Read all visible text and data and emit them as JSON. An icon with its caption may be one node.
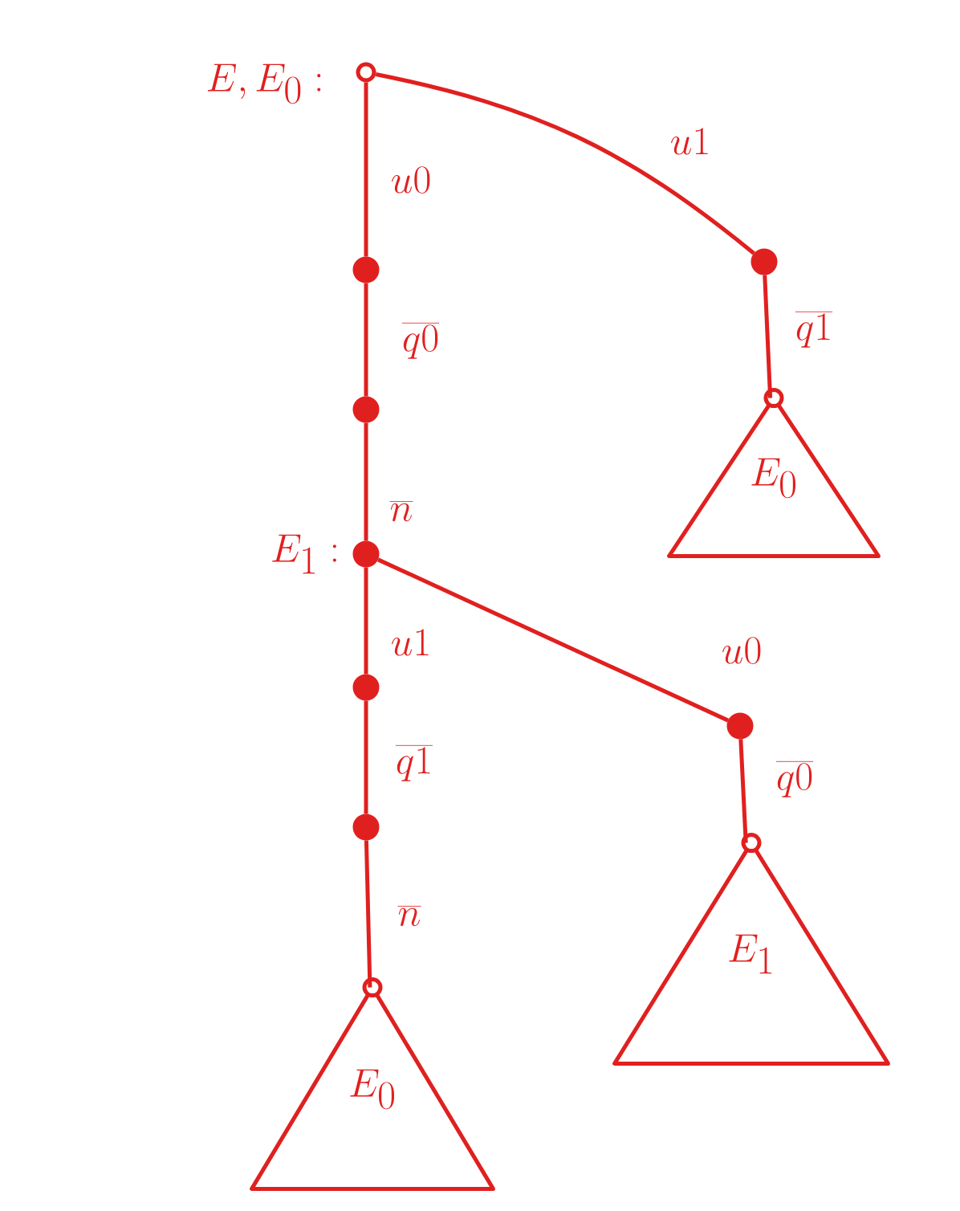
{
  "diagram": {
    "nodes": [
      {
        "text": [],
        "shape": "circle",
        "beside": [
          "E,E_0:"
        ]
      },
      {
        "text": [],
        "shape": "circle"
      },
      {
        "text": [],
        "shape": "circle"
      },
      {
        "text": [],
        "shape": "circle",
        "beside": [
          "E_1:"
        ]
      },
      {
        "text": [],
        "shape": "circle"
      },
      {
        "text": [],
        "shape": "circle"
      },
      {
        "text": [
          "E_0"
        ]
      },
      {
        "text": [],
        "shape": "circle"
      },
      {
        "text": [
          "E_0"
        ]
      },
      {
        "text": [],
        "shape": "circle"
      },
      {
        "text": [
          "E_1"
        ]
      }
    ],
    "edges": [
      {
        "from": 0,
        "to": 1,
        "arrow": "none",
        "label": "u0"
      },
      {
        "from": 1,
        "to": 2,
        "arrow": "none",
        "label": "\\overline{q0}"
      },
      {
        "from": 2,
        "to": 3,
        "arrow": "none",
        "label": "\\overline{n}"
      },
      {
        "from": 3,
        "to": 4,
        "arrow": "none",
        "label": "u1"
      },
      {
        "from": 4,
        "to": 5,
        "arrow": "none",
        "label": "\\overline{q1}"
      },
      {
        "from": 5,
        "to": 6,
        "arrow": "none",
        "label": "\\overline{n}"
      },
      {
        "from": 0,
        "to": 7,
        "arrow": "none",
        "label": "u1"
      },
      {
        "from": 7,
        "to": 8,
        "arrow": "none",
        "label": "\\overline{q1}"
      },
      {
        "from": 3,
        "to": 9,
        "arrow": "none",
        "label": "u0"
      },
      {
        "from": 9,
        "to": 10,
        "arrow": "none",
        "label": "\\overline{q0}"
      }
    ]
  }
}
